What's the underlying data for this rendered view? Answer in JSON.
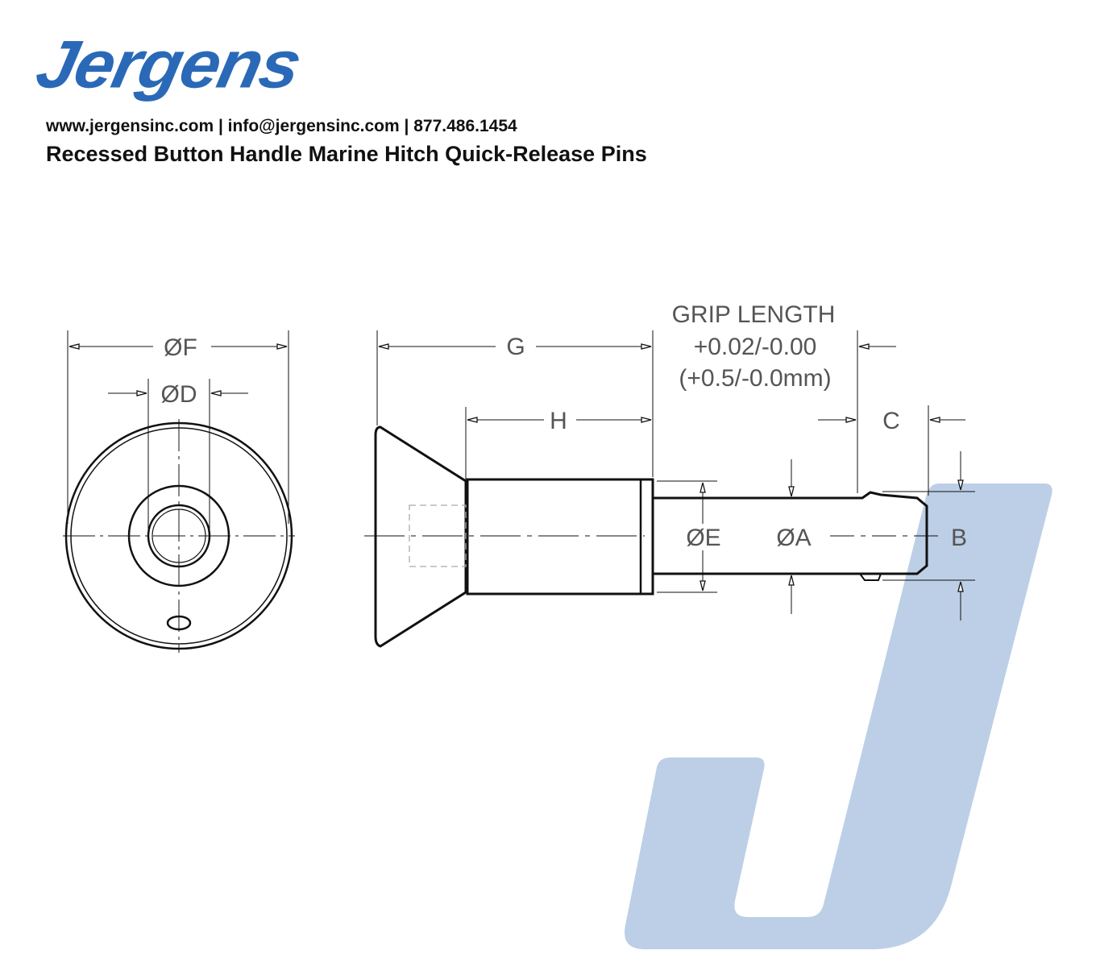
{
  "header": {
    "logo_text": "Jergens",
    "contact_line": "www.jergensinc.com | info@jergensinc.com | 877.486.1454",
    "title": "Recessed Button Handle Marine Hitch Quick-Release Pins"
  },
  "drawing": {
    "labels": {
      "F": "ØF",
      "D": "ØD",
      "G": "G",
      "H": "H",
      "grip_line1": "GRIP LENGTH",
      "grip_line2": "+0.02/-0.00",
      "grip_line3": "(+0.5/-0.0mm)",
      "C": "C",
      "E": "ØE",
      "A": "ØA",
      "B": "B"
    }
  },
  "colors": {
    "brand": "#2a69b7",
    "watermark": "#bccfe6"
  }
}
